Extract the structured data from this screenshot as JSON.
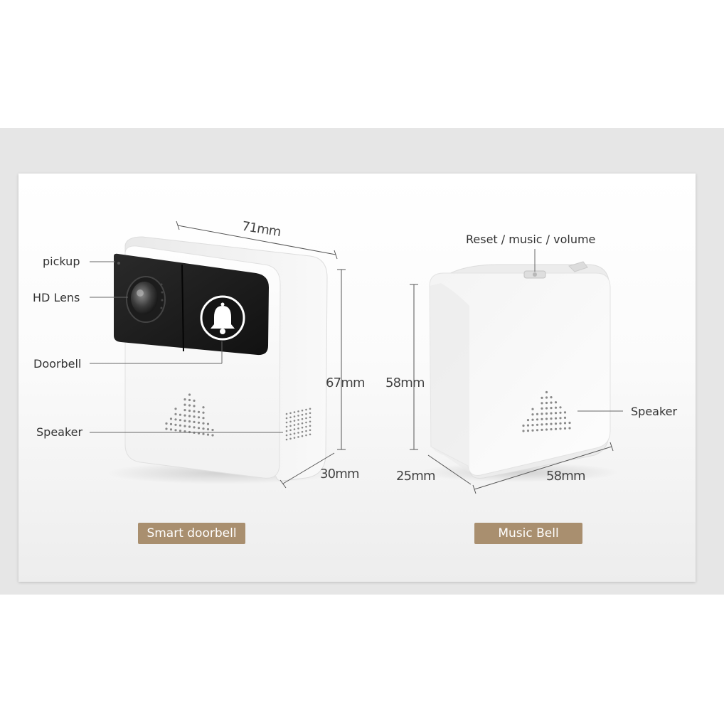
{
  "doorbell": {
    "labels": {
      "pickup": "pickup",
      "hd_lens": "HD Lens",
      "doorbell": "Doorbell",
      "speaker": "Speaker"
    },
    "dimensions": {
      "width": "71mm",
      "height": "67mm",
      "depth": "30mm"
    },
    "badge": "Smart doorbell"
  },
  "music_bell": {
    "labels": {
      "reset": "Reset / music / volume",
      "speaker": "Speaker"
    },
    "dimensions": {
      "height": "58mm",
      "depth": "25mm",
      "width": "58mm"
    },
    "badge": "Music Bell"
  },
  "colors": {
    "badge": "#a98f6f",
    "band": "#e6e6e6",
    "device_white": "#f7f7f7",
    "front_panel": "#222222"
  },
  "icons": [
    "bell-icon"
  ]
}
